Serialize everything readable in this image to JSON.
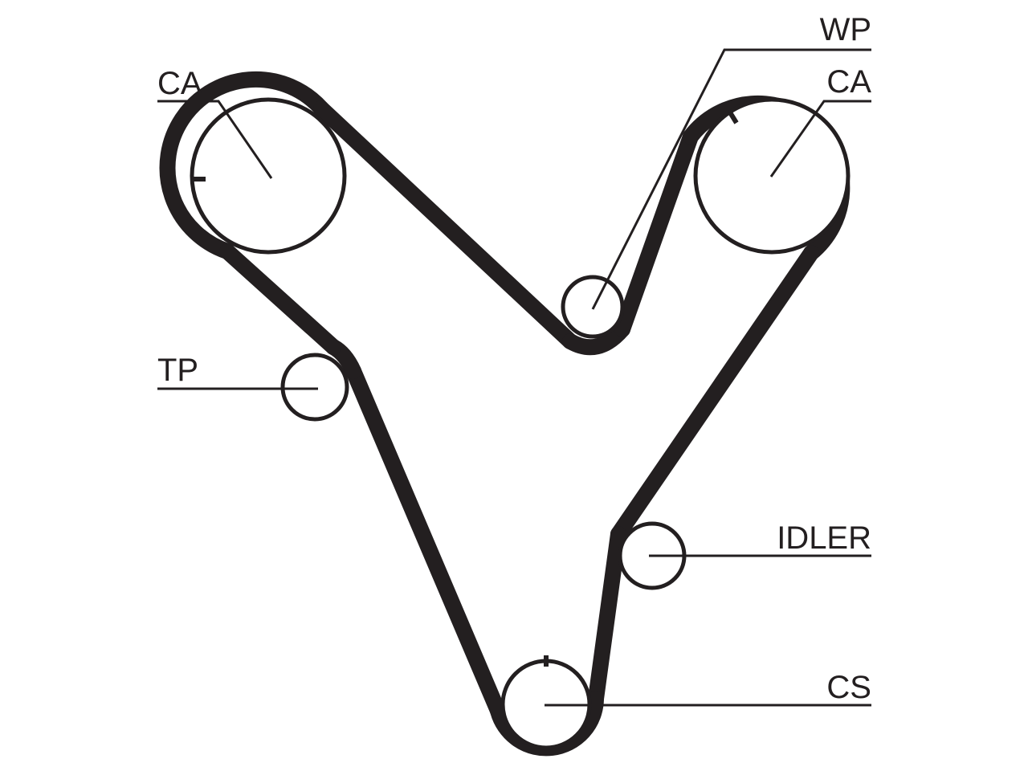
{
  "labels": {
    "ca_left": "CA",
    "wp": "WP",
    "ca_right": "CA",
    "tp": "TP",
    "idler": "IDLER",
    "cs": "CS"
  },
  "colors": {
    "ink": "#231f20",
    "background": "#ffffff"
  }
}
